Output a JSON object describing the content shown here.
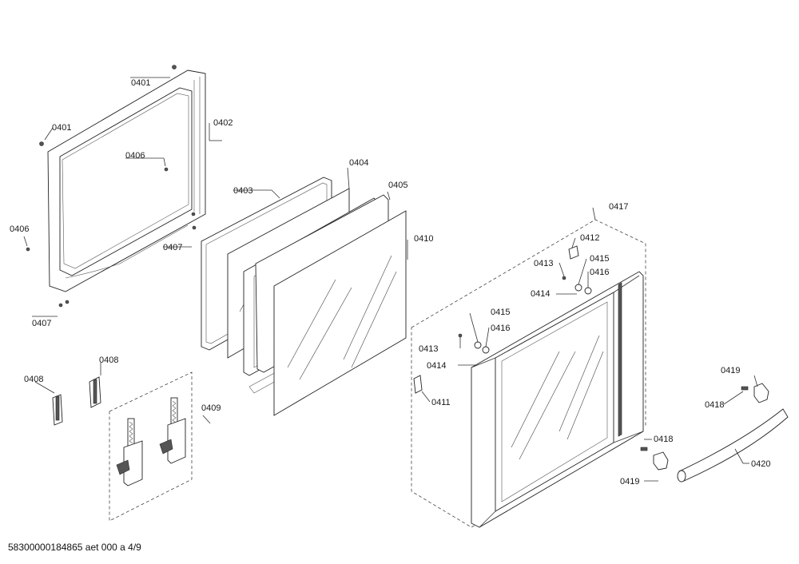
{
  "labels": {
    "l0401a": "0401",
    "l0401b": "0401",
    "l0402": "0402",
    "l0403": "0403",
    "l0404": "0404",
    "l0405": "0405",
    "l0406a": "0406",
    "l0406b": "0406",
    "l0407a": "0407",
    "l0407b": "0407",
    "l0408a": "0408",
    "l0408b": "0408",
    "l0409": "0409",
    "l0410": "0410",
    "l0411": "0411",
    "l0412": "0412",
    "l0413a": "0413",
    "l0413b": "0413",
    "l0414a": "0414",
    "l0414b": "0414",
    "l0415a": "0415",
    "l0415b": "0415",
    "l0416a": "0416",
    "l0416b": "0416",
    "l0417": "0417",
    "l0418a": "0418",
    "l0418b": "0418",
    "l0419a": "0419",
    "l0419b": "0419",
    "l0420": "0420"
  },
  "footer": "58300000184865 aet 000 a 4/9"
}
